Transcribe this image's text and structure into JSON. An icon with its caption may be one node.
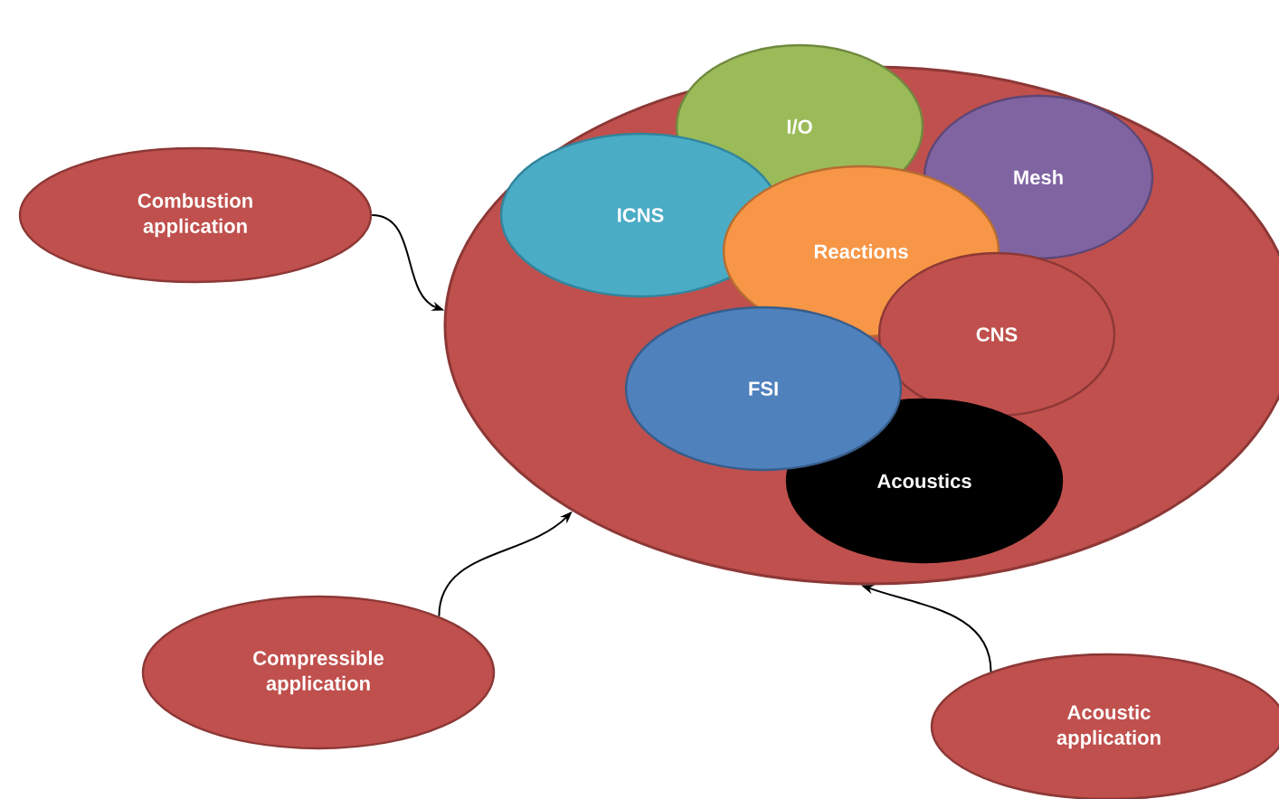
{
  "diagram": {
    "nodes": [
      {
        "text": [],
        "shape": "circle"
      },
      {
        "text": [
          "I/O"
        ],
        "in": 0
      },
      {
        "text": [
          "ICNS"
        ],
        "in": 0
      },
      {
        "text": [
          "Mesh"
        ],
        "in": 0
      },
      {
        "text": [
          "Reactions"
        ],
        "in": 0
      },
      {
        "text": [
          "CNS"
        ],
        "in": 0
      },
      {
        "text": [
          "FSI"
        ],
        "in": 0
      },
      {
        "text": [
          "Acoustics"
        ],
        "in": 0
      },
      {
        "text": [
          "Combustion application"
        ]
      },
      {
        "text": [
          "Compressible application"
        ]
      },
      {
        "text": [
          "Acoustic application"
        ]
      }
    ],
    "edges": [
      {
        "from": 8,
        "to": 0,
        "arrow": "to"
      },
      {
        "from": 9,
        "to": 0,
        "arrow": "to"
      },
      {
        "from": 10,
        "to": 0,
        "arrow": "to"
      }
    ]
  }
}
